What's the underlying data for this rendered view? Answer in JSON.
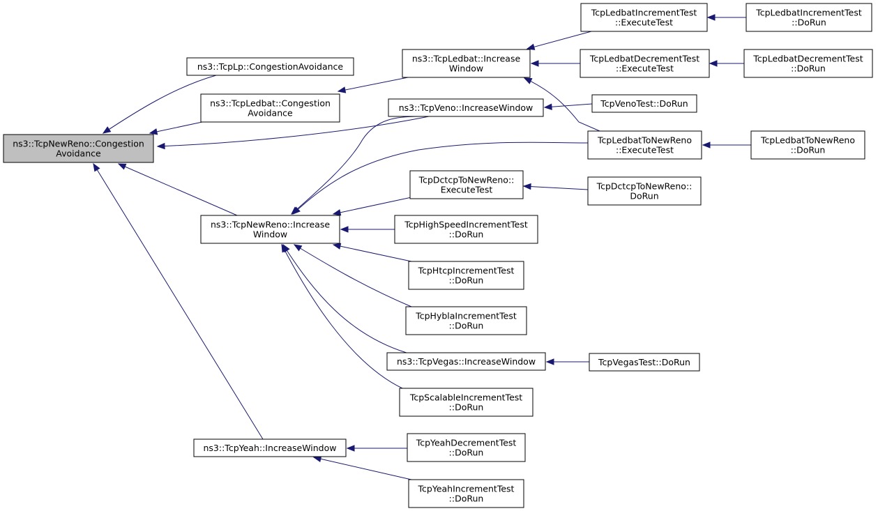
{
  "colors": {
    "edge": "#191970",
    "root_fill": "#bfbfbf",
    "node_fill": "#ffffff",
    "border": "#000000"
  },
  "nodes": [
    {
      "id": "root",
      "lines": [
        "ns3::TcpNewReno::Congestion",
        "Avoidance"
      ],
      "highlighted": true
    },
    {
      "id": "lp_ca",
      "lines": [
        "ns3::TcpLp::CongestionAvoidance"
      ]
    },
    {
      "id": "ledbat_ca",
      "lines": [
        "ns3::TcpLedbat::Congestion",
        "Avoidance"
      ]
    },
    {
      "id": "newreno_iw",
      "lines": [
        "ns3::TcpNewReno::Increase",
        "Window"
      ]
    },
    {
      "id": "yeah_iw",
      "lines": [
        "ns3::TcpYeah::IncreaseWindow"
      ]
    },
    {
      "id": "ledbat_iw",
      "lines": [
        "ns3::TcpLedbat::Increase",
        "Window"
      ]
    },
    {
      "id": "veno_iw",
      "lines": [
        "ns3::TcpVeno::IncreaseWindow"
      ]
    },
    {
      "id": "dctcp_exec",
      "lines": [
        "TcpDctcpToNewReno::",
        "ExecuteTest"
      ]
    },
    {
      "id": "highspeed_run",
      "lines": [
        "TcpHighSpeedIncrementTest",
        "::DoRun"
      ]
    },
    {
      "id": "htcp_run",
      "lines": [
        "TcpHtcpIncrementTest",
        "::DoRun"
      ]
    },
    {
      "id": "hybla_run",
      "lines": [
        "TcpHyblaIncrementTest",
        "::DoRun"
      ]
    },
    {
      "id": "vegas_iw",
      "lines": [
        "ns3::TcpVegas::IncreaseWindow"
      ]
    },
    {
      "id": "scalable_run",
      "lines": [
        "TcpScalableIncrementTest",
        "::DoRun"
      ]
    },
    {
      "id": "yeahdec_run",
      "lines": [
        "TcpYeahDecrementTest",
        "::DoRun"
      ]
    },
    {
      "id": "yeahinc_run",
      "lines": [
        "TcpYeahIncrementTest",
        "::DoRun"
      ]
    },
    {
      "id": "ledinc_exec",
      "lines": [
        "TcpLedbatIncrementTest",
        "::ExecuteTest"
      ]
    },
    {
      "id": "leddec_exec",
      "lines": [
        "TcpLedbatDecrementTest",
        "::ExecuteTest"
      ]
    },
    {
      "id": "vt_run",
      "lines": [
        "TcpVenoTest::DoRun"
      ]
    },
    {
      "id": "ltn_exec",
      "lines": [
        "TcpLedbatToNewReno",
        "::ExecuteTest"
      ]
    },
    {
      "id": "dctcp_run",
      "lines": [
        "TcpDctcpToNewReno::",
        "DoRun"
      ]
    },
    {
      "id": "vegastest_run",
      "lines": [
        "TcpVegasTest::DoRun"
      ]
    },
    {
      "id": "ledinc_run",
      "lines": [
        "TcpLedbatIncrementTest",
        "::DoRun"
      ]
    },
    {
      "id": "leddec_run",
      "lines": [
        "TcpLedbatDecrementTest",
        "::DoRun"
      ]
    },
    {
      "id": "ltn_run",
      "lines": [
        "TcpLedbatToNewReno",
        "::DoRun"
      ]
    }
  ],
  "edges": [
    {
      "from": "lp_ca",
      "to": "root"
    },
    {
      "from": "ledbat_ca",
      "to": "root"
    },
    {
      "from": "veno_iw",
      "to": "root"
    },
    {
      "from": "newreno_iw",
      "to": "root"
    },
    {
      "from": "yeah_iw",
      "to": "root"
    },
    {
      "from": "ledbat_iw",
      "to": "ledbat_ca"
    },
    {
      "from": "veno_iw",
      "to": "newreno_iw"
    },
    {
      "from": "ltn_exec",
      "to": "newreno_iw"
    },
    {
      "from": "dctcp_exec",
      "to": "newreno_iw"
    },
    {
      "from": "highspeed_run",
      "to": "newreno_iw"
    },
    {
      "from": "htcp_run",
      "to": "newreno_iw"
    },
    {
      "from": "hybla_run",
      "to": "newreno_iw"
    },
    {
      "from": "vegas_iw",
      "to": "newreno_iw"
    },
    {
      "from": "scalable_run",
      "to": "newreno_iw"
    },
    {
      "from": "yeahdec_run",
      "to": "yeah_iw"
    },
    {
      "from": "yeahinc_run",
      "to": "yeah_iw"
    },
    {
      "from": "ledinc_exec",
      "to": "ledbat_iw"
    },
    {
      "from": "leddec_exec",
      "to": "ledbat_iw"
    },
    {
      "from": "ltn_exec",
      "to": "ledbat_iw"
    },
    {
      "from": "vt_run",
      "to": "veno_iw"
    },
    {
      "from": "dctcp_run",
      "to": "dctcp_exec"
    },
    {
      "from": "vegastest_run",
      "to": "vegas_iw"
    },
    {
      "from": "ledinc_run",
      "to": "ledinc_exec"
    },
    {
      "from": "leddec_run",
      "to": "leddec_exec"
    },
    {
      "from": "ltn_run",
      "to": "ltn_exec"
    }
  ]
}
